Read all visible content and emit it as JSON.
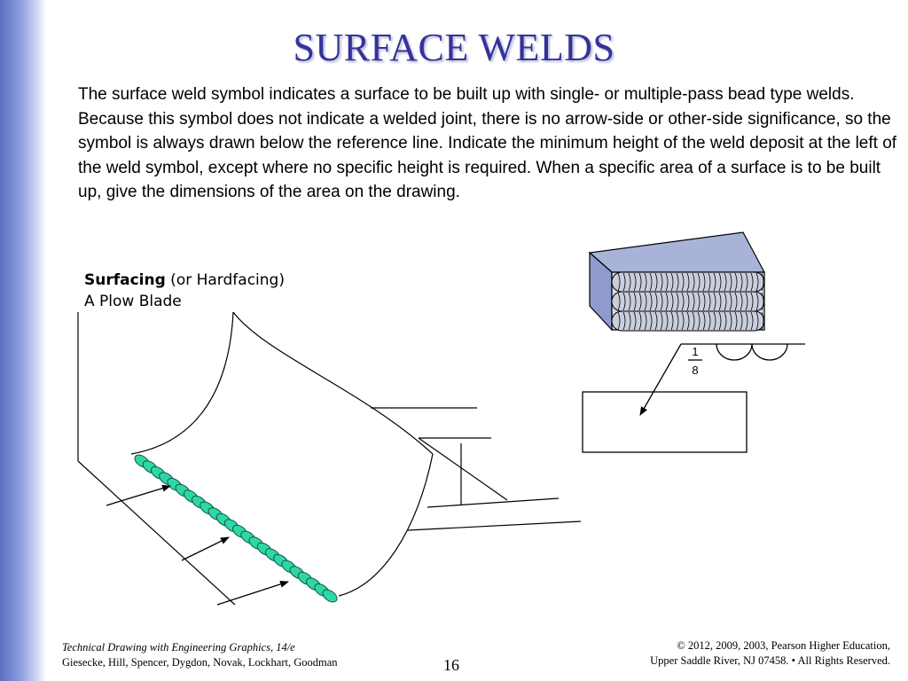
{
  "slide": {
    "title": "SURFACE WELDS",
    "paragraph": "The surface weld symbol indicates a surface to be built up with single- or multiple-pass bead type welds. Because this symbol does not indicate a welded joint, there is no arrow-side or other-side significance, so the symbol is always drawn below the reference line. Indicate the minimum height of the weld deposit at the left of the weld symbol, except where no specific height is required. When a specific area of a surface is to be built up, give the dimensions of the area on the drawing.",
    "label_bold": "Surfacing",
    "label_rest": " (or Hardfacing)",
    "label_line2": "A Plow Blade",
    "symbol_height_numerator": "1",
    "symbol_height_denominator": "8",
    "page_number": "16"
  },
  "footer": {
    "book_title": "Technical Drawing with Engineering Graphics, 14/e",
    "authors": "Giesecke, Hill, Spencer, Dygdon, Novak, Lockhart, Goodman",
    "copyright": "© 2012, 2009, 2003, Pearson Higher Education,",
    "address": "Upper Saddle River, NJ 07458. • All Rights Reserved."
  },
  "colors": {
    "title": "#333399",
    "weld_bead": "#2fd6a6",
    "block_top": "#a9b3d9",
    "block_side": "#8f9bcf",
    "left_bar": "#7a8bd6"
  }
}
